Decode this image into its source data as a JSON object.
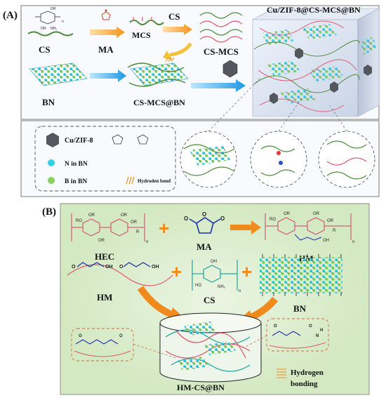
{
  "panelA": {
    "label": "(A)",
    "cs": "CS",
    "ma": "MA",
    "mcs": "MCS",
    "cs2": "CS",
    "csmcs": "CS-MCS",
    "bn": "BN",
    "csmcsbn": "CS-MCS@BN",
    "composite": "Cu/ZIF-8@CS-MCS@BN",
    "cs_oh": "OH",
    "cs_nh2": "NH₂",
    "cs_n": "n",
    "legend": {
      "zif": "Cu/ZIF-8",
      "n_in_bn": "N in BN",
      "b_in_bn": "B in BN",
      "hbond": "Hydroden bond"
    }
  },
  "panelB": {
    "label": "(B)",
    "hec": "HEC",
    "ma": "MA",
    "hm_top": "HM",
    "hm": "HM",
    "cs": "CS",
    "bn": "BN",
    "product": "HM-CS@BN",
    "hbond_line1": "Hydrogen",
    "hbond_line2": "bonding",
    "chem": {
      "or": "OR",
      "ro": "RO",
      "r": "R",
      "oh": "OH",
      "ho": "HO",
      "nh2": "NH₂",
      "o": "O",
      "n": "n",
      "h": "H",
      "nn": "N"
    }
  },
  "colors": {
    "panelA_bg": "#f7f9fc",
    "panelB_bg": "#e7f2dc",
    "bn_cyan": "#35d0e6",
    "bn_green": "#8ad25c",
    "chain_green": "#4c8c3a",
    "chain_pink": "#e05a6e",
    "arrow_blue": "#2fa7e8",
    "arrow_orange": "#f08a1c",
    "ma_blue": "#1c2fa8",
    "zif_gray": "#5a5a62"
  }
}
